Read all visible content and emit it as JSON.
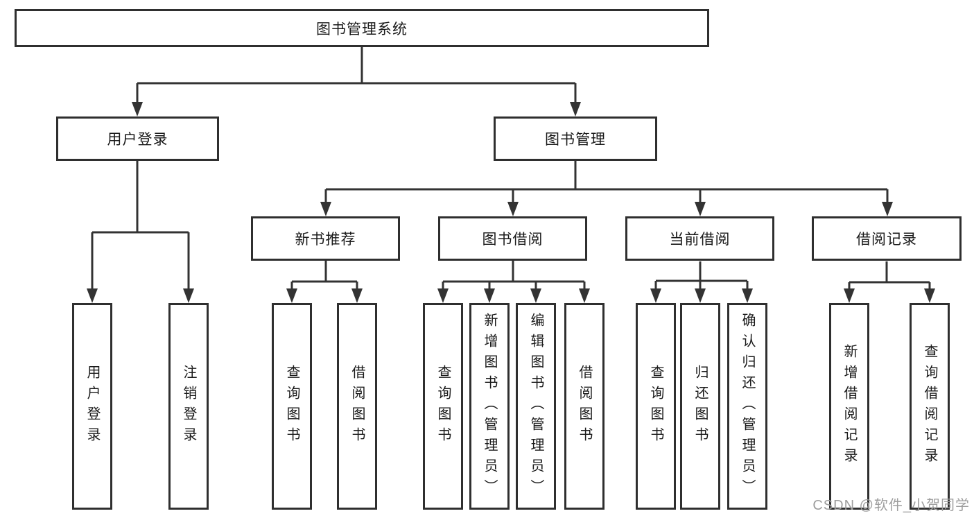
{
  "diagram": {
    "title": "图书管理系统",
    "root": {
      "label": "图书管理系统"
    },
    "branches": [
      {
        "label": "用户登录",
        "children": [
          "用户登录",
          "注销登录"
        ]
      },
      {
        "label": "图书管理",
        "sections": [
          {
            "label": "新书推荐",
            "children": [
              "查询图书",
              "借阅图书"
            ]
          },
          {
            "label": "图书借阅",
            "children": [
              "查询图书",
              "新增图书（管理员）",
              "编辑图书（管理员）",
              "借阅图书"
            ]
          },
          {
            "label": "当前借阅",
            "children": [
              "查询图书",
              "归还图书",
              "确认归还（管理员）"
            ]
          },
          {
            "label": "借阅记录",
            "children": [
              "新增借阅记录",
              "查询借阅记录"
            ]
          }
        ]
      }
    ]
  },
  "watermark": {
    "text": "CSDN @软件_小贺同学"
  },
  "colors": {
    "line": "#333333",
    "box_border": "#2f2f2f",
    "text": "#1a1a1a",
    "watermark": "#9e9e9e",
    "background": "#ffffff"
  }
}
